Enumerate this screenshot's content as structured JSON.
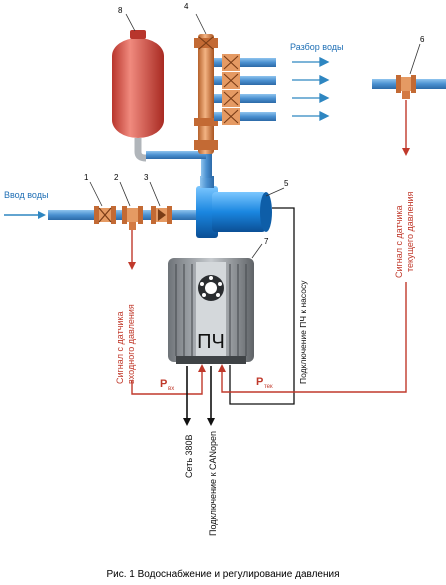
{
  "labels": {
    "water_in": "Ввод воды",
    "water_draw": "Разбор воды",
    "signal_input": "Сигнал с датчика входного давления",
    "signal_input_l1": "Сигнал с датчика",
    "signal_input_l2": "входного давления",
    "signal_current_l1": "Сигнал с датчика",
    "signal_current_l2": "текущего давления",
    "vfd_to_pump": "Подключение ПЧ к насосу",
    "mains": "Сеть 380В",
    "canopen": "Подключение к CANopen",
    "vfd": "ПЧ",
    "p_in_main": "P",
    "p_in_sub": "вх",
    "p_cur_main": "P",
    "p_cur_sub": "тек"
  },
  "numbers": [
    "1",
    "2",
    "3",
    "4",
    "5",
    "6",
    "7",
    "8"
  ],
  "caption": "Рис. 1 Водоснабжение и регулирование давления",
  "colors": {
    "pipe_blue": "#5b9bd5",
    "arrow_blue": "#2e86c1",
    "signal_red": "#c0392b",
    "tank_red": "#e8534a",
    "valve_orange": "#d8864a",
    "pump_blue": "#1e90e0",
    "vfd_gray": "#8a8f94"
  }
}
